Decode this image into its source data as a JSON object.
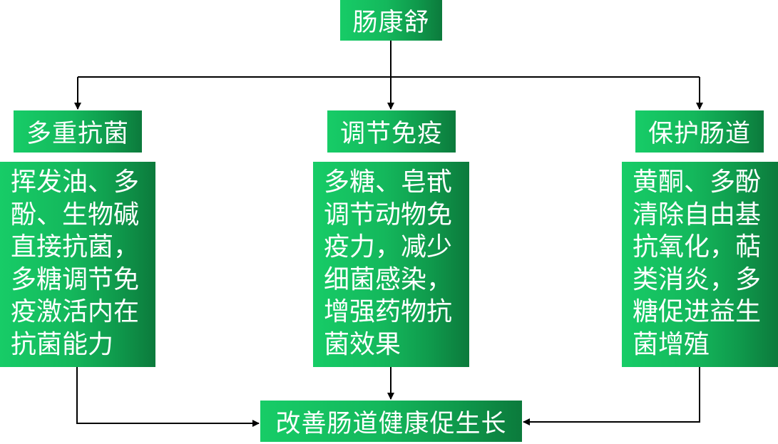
{
  "root": {
    "label": "肠康舒"
  },
  "branches": [
    {
      "title": "多重抗菌",
      "lines": [
        "挥发油、多",
        "酚、生物碱",
        "直接抗菌，",
        "多糖调节免",
        "疫激活内在",
        "抗菌能力"
      ]
    },
    {
      "title": "调节免疫",
      "lines": [
        "多糖、皂甙",
        "调节动物免",
        "疫力，减少",
        "细菌感染，",
        "增强药物抗",
        "菌效果"
      ]
    },
    {
      "title": "保护肠道",
      "lines": [
        "黄酮、多酚",
        "清除自由基",
        "抗氧化，萜",
        "类消炎，多",
        "糖促进益生",
        "菌增殖"
      ]
    }
  ],
  "outcome": {
    "label": "改善肠道健康促生长"
  },
  "colors": {
    "box_gradient_start": "#17cc67",
    "box_gradient_end": "#0c7a3c",
    "text": "#ffffff",
    "connector": "#000000"
  }
}
